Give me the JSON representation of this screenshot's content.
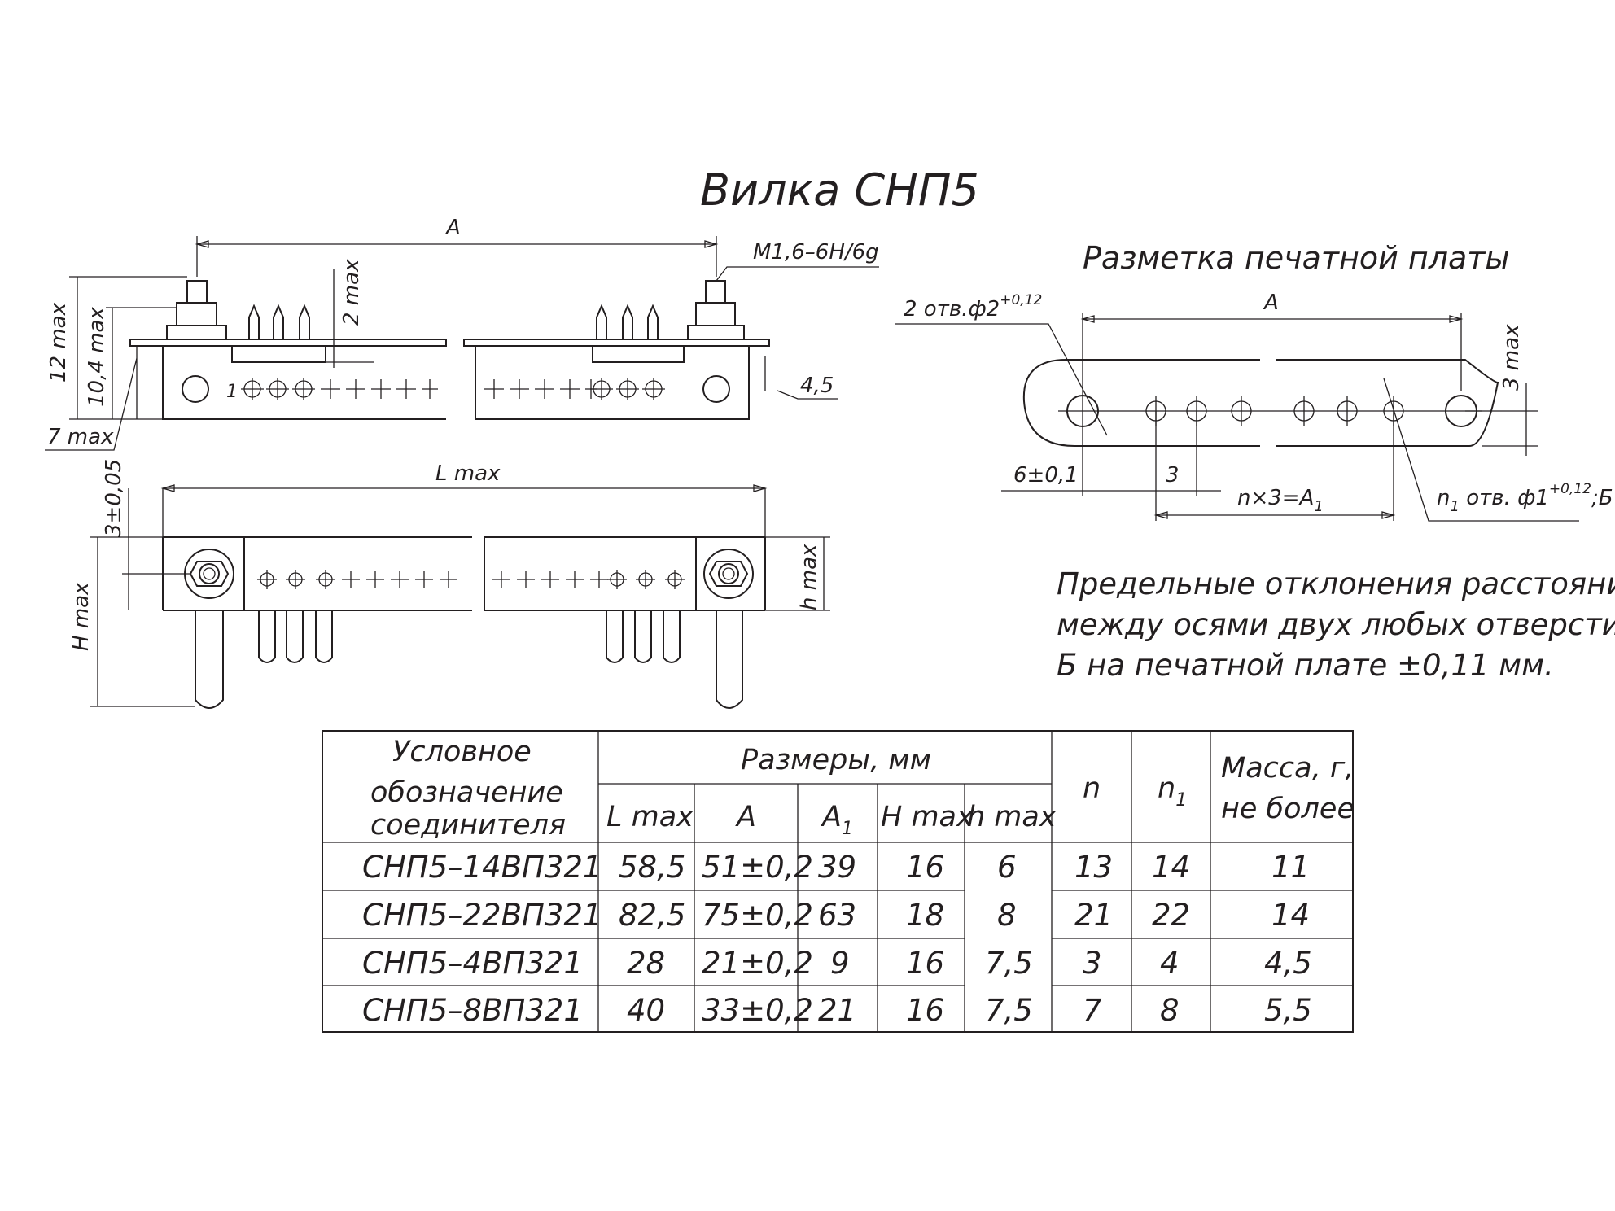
{
  "title": "Вилка СНП5",
  "pcb_title": "Разметка печатной платы",
  "dimensions": {
    "A": "A",
    "thread": "М1,6–6Н/6g",
    "max12": "12 max",
    "max104": "10,4 max",
    "max2": "2 max",
    "max7": "7 max",
    "d45": "4,5",
    "Lmax": "L max",
    "tol305": "3±0,05",
    "Hmax": "H max",
    "hmax": "h max",
    "pin1": "1",
    "pcb_A": "A",
    "pcb_holes2": "2 отв.ф2",
    "pcb_holes2_tol": "+0,12",
    "pcb_3max": "3 max",
    "pcb_6": "6±0,1",
    "pcb_3": "3",
    "pcb_nx3_a": "n×3=A",
    "pcb_nx3_sub": "1",
    "pcb_n1_a": "n",
    "pcb_n1_sub": "1",
    "pcb_n1_b": " отв. ф1",
    "pcb_n1_tol": "+0,12",
    "pcb_n1_c": ";Б"
  },
  "note": {
    "line1": "Предельные отклонения расстояний",
    "line2": "между осями двух любых отверстий",
    "line3": "Б на печатной плате ±0,11 мм."
  },
  "table": {
    "header_designation": [
      "Условное",
      "обозначение",
      "соединителя"
    ],
    "header_sizes": "Размеры, мм",
    "columns": {
      "Lmax": "L max",
      "A": "A",
      "A1_main": "A",
      "A1_sub": "1",
      "Hmax": "H max",
      "hmax": "h max",
      "n": "n",
      "n1_main": "n",
      "n1_sub": "1",
      "mass": [
        "Масса, г,",
        "не более"
      ]
    },
    "rows": [
      {
        "name": "СНП5–14ВП321",
        "Lmax": "58,5",
        "A": "51±0,2",
        "A1": "39",
        "Hmax": "16",
        "n": "13",
        "n1": "14",
        "mass": "11"
      },
      {
        "name": "СНП5–22ВП321",
        "Lmax": "82,5",
        "A": "75±0,2",
        "A1": "63",
        "Hmax": "18",
        "n": "21",
        "n1": "22",
        "mass": "14"
      },
      {
        "name": "СНП5–4ВП321",
        "Lmax": "28",
        "A": "21±0,2",
        "A1": "9",
        "Hmax": "16",
        "n": "3",
        "n1": "4",
        "mass": "4,5"
      },
      {
        "name": "СНП5–8ВП321",
        "Lmax": "40",
        "A": "33±0,2",
        "A1": "21",
        "Hmax": "16",
        "n": "7",
        "n1": "8",
        "mass": "5,5"
      }
    ],
    "hmax_values": [
      "6",
      "8",
      "7,5",
      "7,5"
    ]
  }
}
